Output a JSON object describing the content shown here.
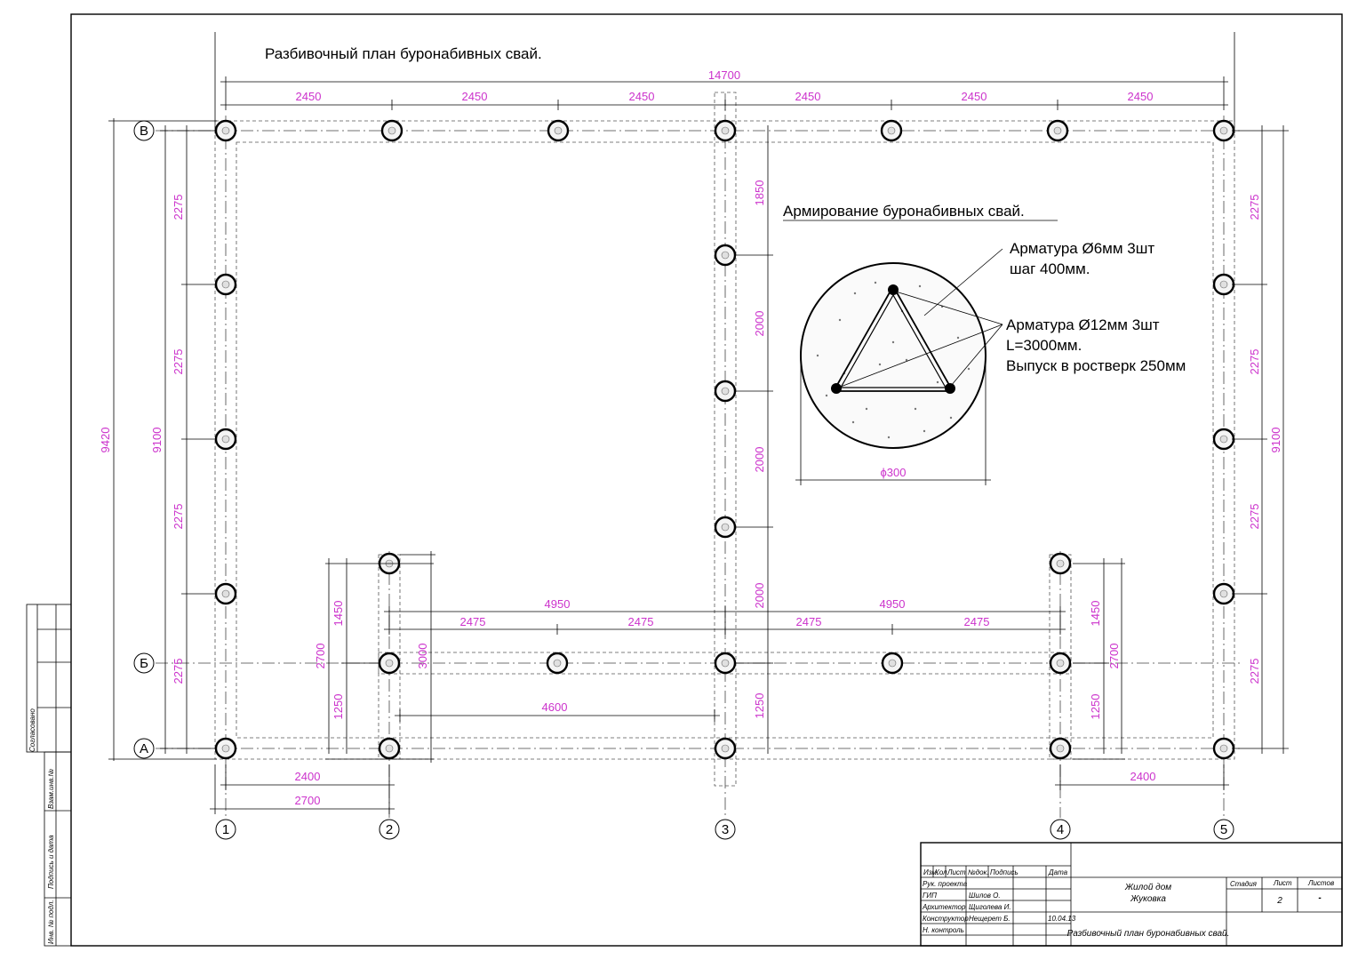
{
  "titles": {
    "main": "Разбивочный план буронабивных свай.",
    "detail": "Армирование буронабивных свай."
  },
  "detail_notes": {
    "rebar6_line1": "Арматура Ø6мм 3шт",
    "rebar6_line2": "шаг 400мм.",
    "rebar12_line1": "Арматура Ø12мм 3шт",
    "rebar12_line2": "L=3000мм.",
    "rebar12_line3": "Выпуск в ростверк 250мм",
    "diameter": "ϕ300"
  },
  "axes": {
    "columns": [
      "1",
      "2",
      "3",
      "4",
      "5"
    ],
    "rows": [
      "В",
      "Б",
      "А"
    ]
  },
  "dimensions": {
    "overall_width": "14700",
    "top_spans": [
      "2450",
      "2450",
      "2450",
      "2450",
      "2450",
      "2450"
    ],
    "overall_height": "9420",
    "left_height": "9100",
    "right_height": "9100",
    "left_spans": [
      "2275",
      "2275",
      "2275",
      "2275"
    ],
    "right_spans": [
      "2275",
      "2275",
      "2275",
      "2275"
    ],
    "mid_spans": [
      "1850",
      "2000",
      "2000",
      "2000",
      "1250"
    ],
    "b_row_halves": [
      "4950",
      "4950"
    ],
    "b_row_quarters": [
      "2475",
      "2475",
      "2475",
      "2475"
    ],
    "inner_4600": "4600",
    "left_bay_1450": "1450",
    "left_bay_2700": "2700",
    "left_bay_1250": "1250",
    "left_bay_3000": "3000",
    "right_bay_1450": "1450",
    "right_bay_2700": "2700",
    "right_bay_1250": "1250",
    "bottom_2400_left": "2400",
    "bottom_2700_left": "2700",
    "bottom_2400_right": "2400"
  },
  "side_stamp": {
    "agreed": "Согласовано",
    "replace_inv": "Взам.инв.№",
    "sign_date": "Подпись и дата",
    "inv_orig": "Инв. № подл."
  },
  "title_block": {
    "headers": [
      "Изм.",
      "Кол.",
      "Лист",
      "№док.",
      "Подпись",
      "Дата"
    ],
    "roles": [
      "Рук. проекта",
      "ГИП",
      "Архитектор",
      "Конструктор",
      "Н. контроль"
    ],
    "names": [
      "",
      "Шилов О.",
      "Щиголева И.",
      "Нещерет Б.",
      ""
    ],
    "date": "10.04.13",
    "project_line1": "Жилой дом",
    "project_line2": "Жуковка",
    "sheet_title": "Разбивочный план буронабивных свай.",
    "stage_label": "Стадия",
    "sheet_label": "Лист",
    "sheets_label": "Листов",
    "stage_value": "",
    "sheet_value": "2",
    "sheets_value": "-"
  },
  "colors": {
    "dimension_text": "#cc33cc",
    "lines": "#000000"
  }
}
